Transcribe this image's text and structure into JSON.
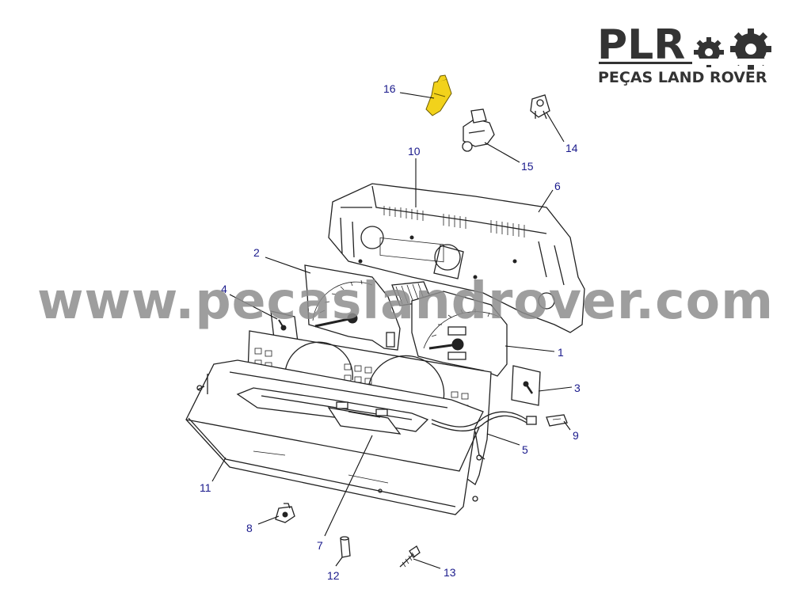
{
  "brand": {
    "logo_text": "PLR",
    "tagline": "PEÇAS LAND ROVER"
  },
  "watermark": "www.pecaslandrover.com",
  "callouts": [
    {
      "id": "1",
      "label": "1"
    },
    {
      "id": "2",
      "label": "2"
    },
    {
      "id": "3",
      "label": "3"
    },
    {
      "id": "4",
      "label": "4"
    },
    {
      "id": "5",
      "label": "5"
    },
    {
      "id": "6",
      "label": "6"
    },
    {
      "id": "7",
      "label": "7"
    },
    {
      "id": "8",
      "label": "8"
    },
    {
      "id": "9",
      "label": "9"
    },
    {
      "id": "10",
      "label": "10"
    },
    {
      "id": "11",
      "label": "11"
    },
    {
      "id": "12",
      "label": "12"
    },
    {
      "id": "13",
      "label": "13"
    },
    {
      "id": "14",
      "label": "14"
    },
    {
      "id": "15",
      "label": "15"
    },
    {
      "id": "16",
      "label": "16"
    }
  ],
  "highlight_color": "#f2d21b",
  "callout_color": "#1a1a8c"
}
